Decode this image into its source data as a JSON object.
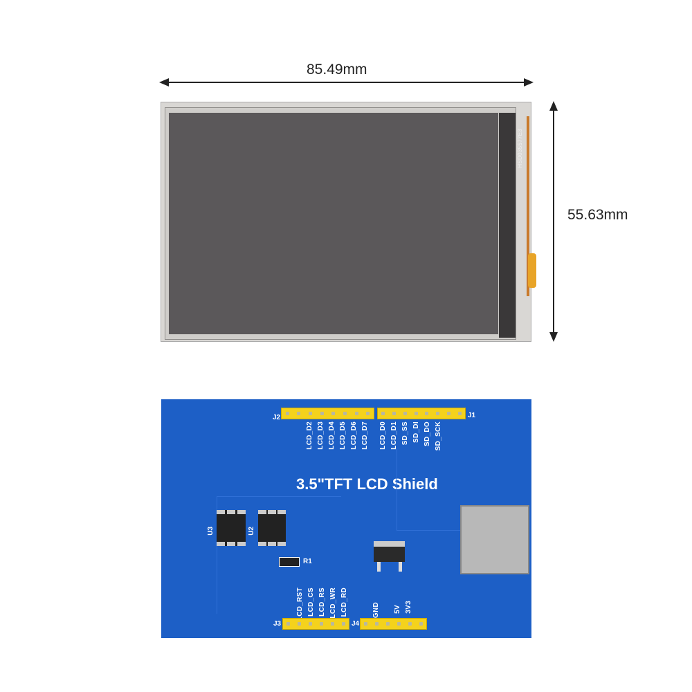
{
  "dimensions": {
    "width": "85.49mm",
    "height": "55.63mm"
  },
  "display": {
    "panel_code": "HSD035577E3"
  },
  "pcb": {
    "title": "3.5\"TFT LCD Shield",
    "headers": {
      "j2": {
        "ref": "J2",
        "labels": [
          "LCD_D2",
          "LCD_D3",
          "LCD_D4",
          "LCD_D5",
          "LCD_D6",
          "LCD_D7"
        ]
      },
      "j1": {
        "ref": "J1",
        "labels": [
          "LCD_D0",
          "LCD_D1",
          "SD_SS",
          "SD_DI",
          "SD_DO",
          "SD_SCK"
        ]
      },
      "j3": {
        "ref": "J3",
        "labels": [
          "LCD_RST",
          "LCD_CS",
          "LCD_RS",
          "LCD_WR",
          "LCD_RD"
        ]
      },
      "j4": {
        "ref": "J4",
        "labels": [
          "GND",
          "5V",
          "3V3"
        ]
      }
    },
    "components": {
      "u3": "U3",
      "u2": "U2",
      "r1": "R1"
    }
  }
}
